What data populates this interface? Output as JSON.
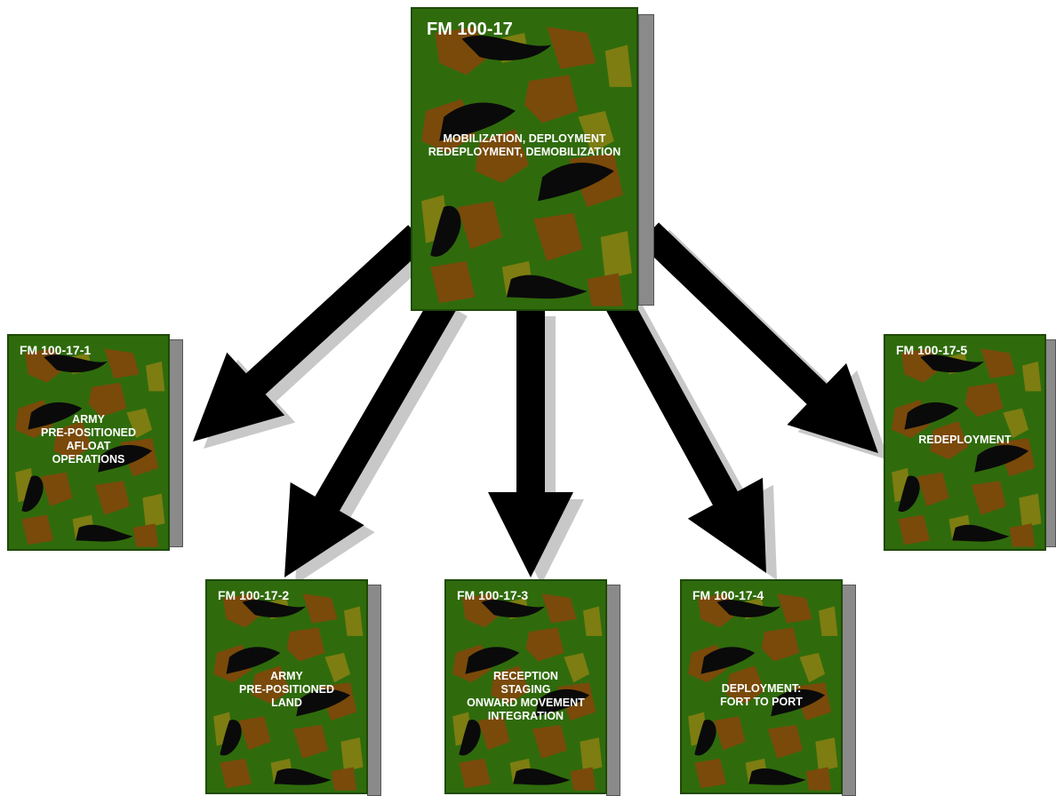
{
  "colors": {
    "cover_green": "#2f6b0c",
    "camo_brown": "#7a4a0a",
    "camo_olive": "#7d7d12",
    "camo_black": "#0a0a0a",
    "spine_gray": "#8a8a8a",
    "arrow_black": "#000000",
    "arrow_shadow": "#c8c8c8"
  },
  "manuals": {
    "main": {
      "code": "FM 100-17",
      "title": "MOBILIZATION, DEPLOYMENT\nREDEPLOYMENT, DEMOBILIZATION"
    },
    "fm1": {
      "code": "FM 100-17-1",
      "title": "ARMY\nPRE-POSITIONED\nAFLOAT\nOPERATIONS"
    },
    "fm2": {
      "code": "FM 100-17-2",
      "title": "ARMY\nPRE-POSITIONED\nLAND"
    },
    "fm3": {
      "code": "FM 100-17-3",
      "title": "RECEPTION\nSTAGING\nONWARD MOVEMENT\nINTEGRATION"
    },
    "fm4": {
      "code": "FM 100-17-4",
      "title": "DEPLOYMENT:\nFORT TO PORT"
    },
    "fm5": {
      "code": "FM 100-17-5",
      "title": "REDEPLOYMENT"
    }
  },
  "relations": [
    {
      "from": "main",
      "to": "fm1"
    },
    {
      "from": "main",
      "to": "fm2"
    },
    {
      "from": "main",
      "to": "fm3"
    },
    {
      "from": "main",
      "to": "fm4"
    },
    {
      "from": "main",
      "to": "fm5"
    }
  ]
}
